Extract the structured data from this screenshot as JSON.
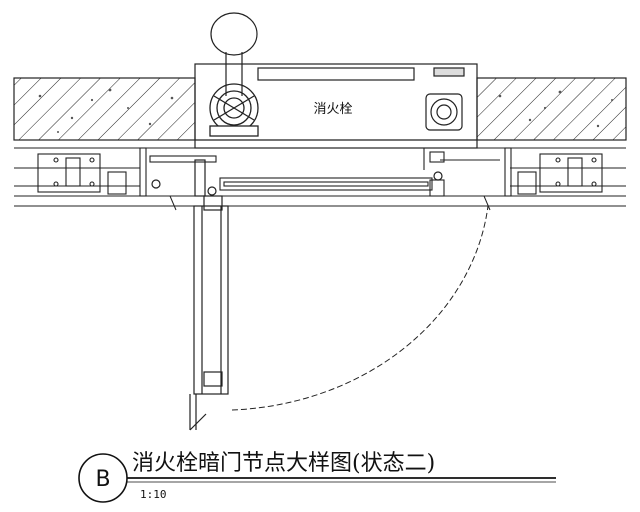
{
  "drawing": {
    "equipment_label": "消火栓",
    "title": "消火栓暗门节点大样图(状态二)",
    "detail_letter": "B",
    "scale": "1:10"
  }
}
